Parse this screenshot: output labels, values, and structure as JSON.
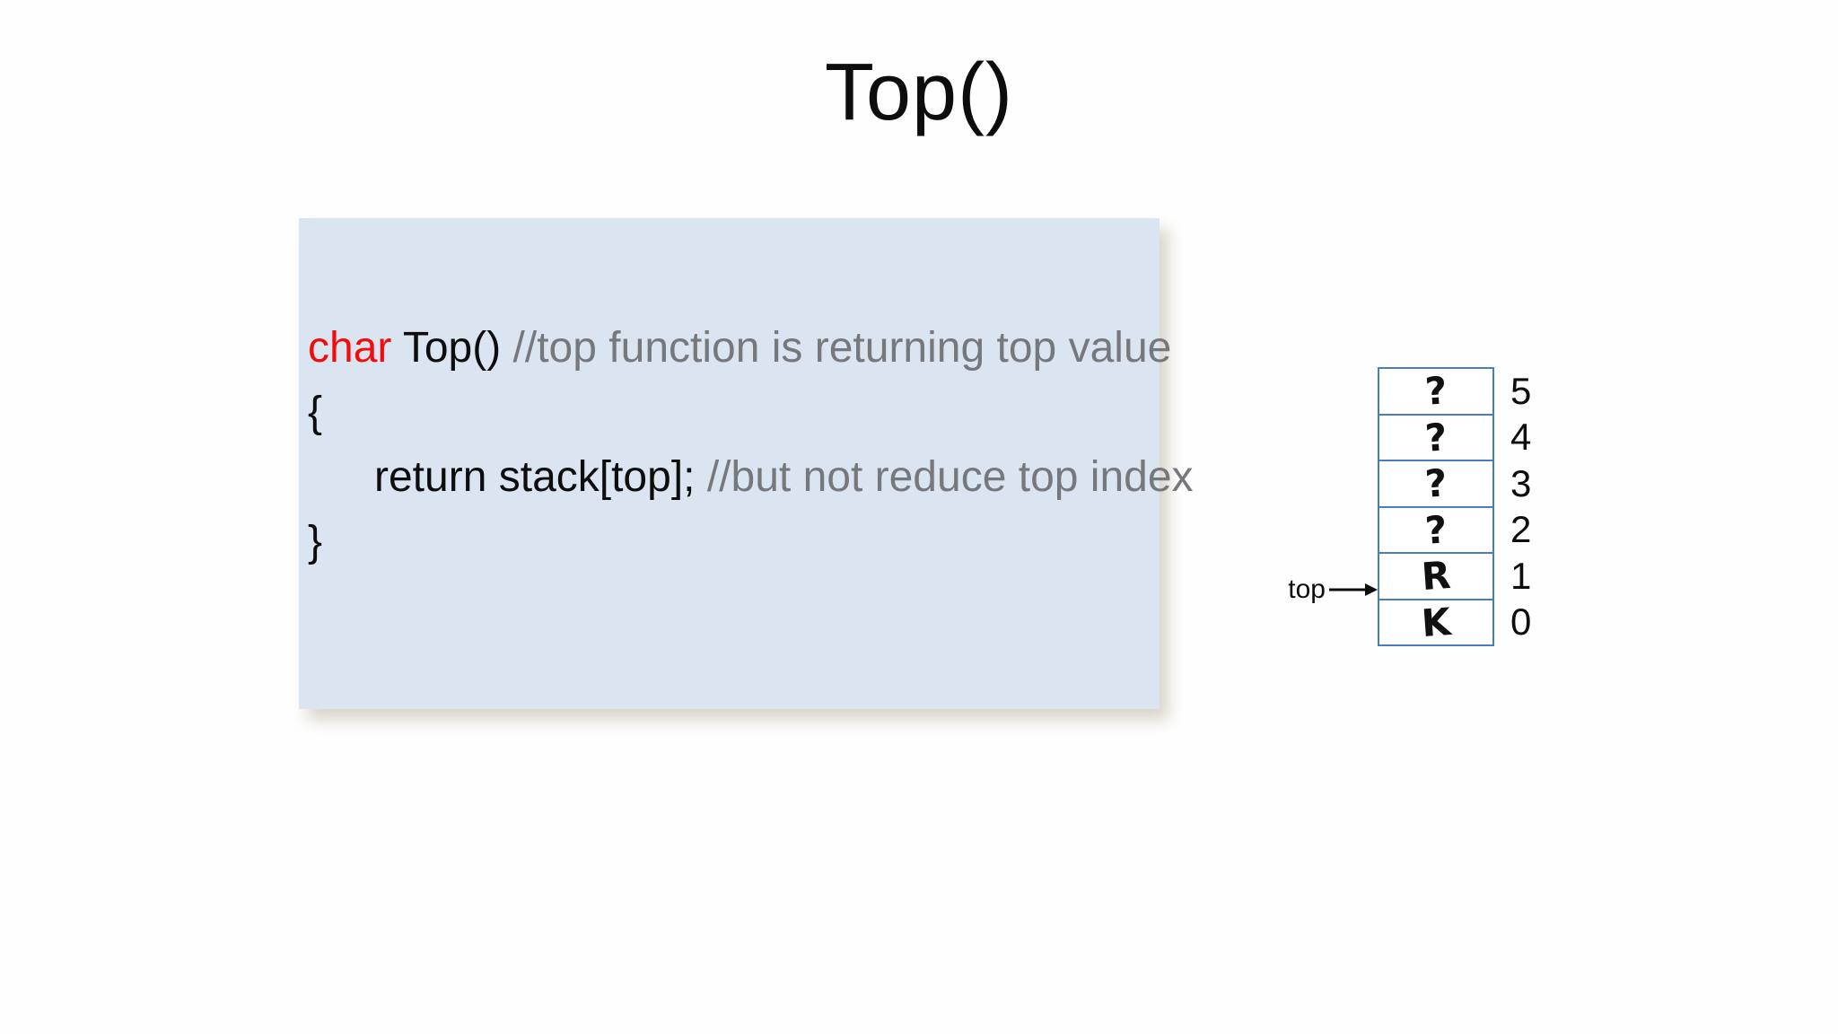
{
  "slide": {
    "title": "Top()",
    "code": {
      "line1": {
        "keyword": "char",
        "signature": " Top() ",
        "comment": "//top function is returning top value"
      },
      "line2": "{",
      "line3": {
        "statement": "return stack[top]; ",
        "comment": "//but not reduce top index"
      },
      "line4": "}"
    },
    "stack": {
      "pointer_label": "top",
      "pointer_points_to_index": "1",
      "cells": [
        {
          "value": "?",
          "index": "5"
        },
        {
          "value": "?",
          "index": "4"
        },
        {
          "value": "?",
          "index": "3"
        },
        {
          "value": "?",
          "index": "2"
        },
        {
          "value": "R",
          "index": "1"
        },
        {
          "value": "K",
          "index": "0"
        }
      ]
    },
    "colors": {
      "keyword_red": "#f20d0d",
      "comment_gray": "#77787b",
      "code_box_bg": "#dbe4f1",
      "stack_border_blue": "#4a7ebb",
      "text_black": "#0d0d0d",
      "background": "#fefefe"
    }
  }
}
